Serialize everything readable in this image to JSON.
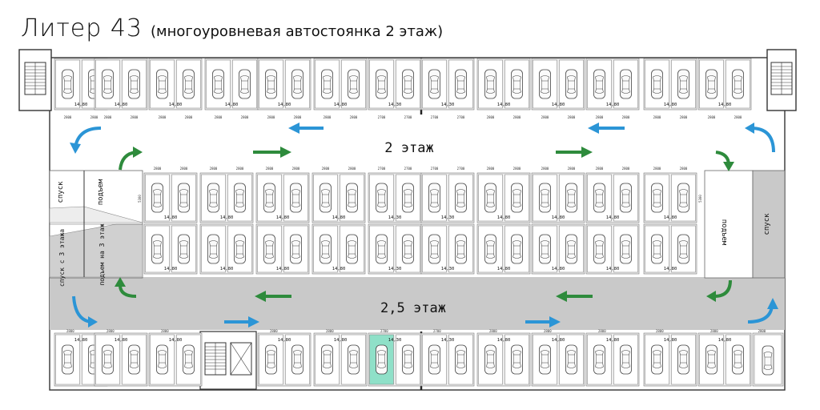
{
  "title": {
    "main": "Литер 43",
    "sub": "(многоуровневая автостоянка 2 этаж)"
  },
  "levels": {
    "upper": "2 этаж",
    "lower": "2,5 этаж"
  },
  "ramps": {
    "left_down": "спуск",
    "left_up": "подъем",
    "left_down_from_3": "спуск с 3 этажа",
    "left_up_to_3": "подъем на 3 этаж",
    "right_up": "подъем",
    "right_down": "спуск"
  },
  "space_labels": {
    "standard": "14,80",
    "compact": "14,30"
  },
  "dimensions": {
    "width_standard": "2800",
    "width_compact": "2700",
    "depth": "5300"
  },
  "colors": {
    "blue_arrow": "#2b95d6",
    "green_arrow": "#2e8b3c",
    "ramp_fill": "#c9c9c9",
    "highlight": "#8fe0c8"
  }
}
